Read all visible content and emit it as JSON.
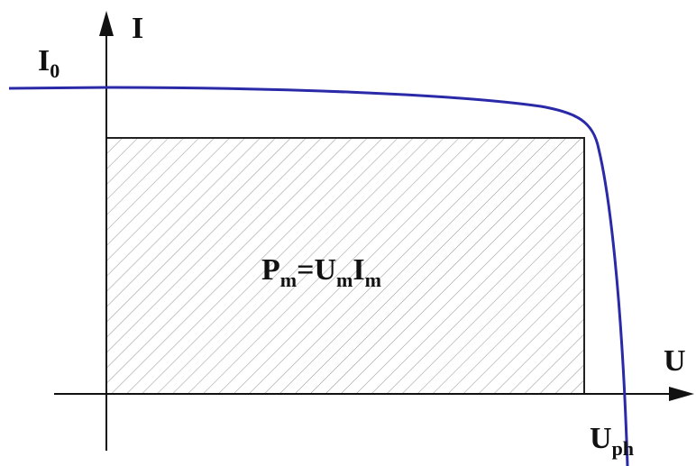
{
  "diagram": {
    "axis_y_label": "I",
    "axis_x_label": "U",
    "curve_start_label": "I",
    "curve_start_sub": "0",
    "curve_end_label": "U",
    "curve_end_sub": "ph",
    "area_label": {
      "p": "P",
      "p_sub": "m",
      "eq": "=",
      "u": "U",
      "u_sub": "m",
      "i": "I",
      "i_sub": "m"
    }
  },
  "colors": {
    "curve": "#2a2aa8",
    "axes": "#111111",
    "hatch": "#9a9a9a",
    "rect_border": "#222222"
  }
}
